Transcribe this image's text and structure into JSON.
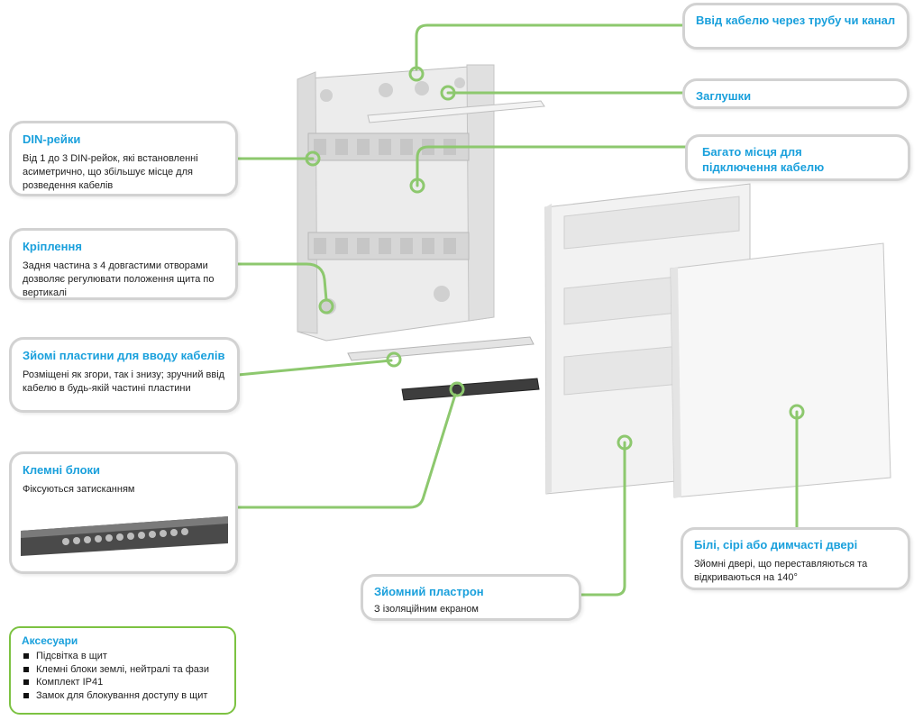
{
  "callouts": {
    "cable_entry": {
      "title": "Ввід кабелю через трубу чи канал"
    },
    "plugs": {
      "title": "Заглушки"
    },
    "cable_space": {
      "title": "Багато місця для підключення кабелю"
    },
    "din": {
      "title": "DIN-рейки",
      "desc": "Від 1 до 3 DIN-рейок, які встановленні асиметрично, що збільшує місце для розведення кабелів"
    },
    "mounting": {
      "title": "Кріплення",
      "desc": "Задня частина з 4 довгастими отворами дозволяє регулювати положення щита по вертикалі"
    },
    "plates": {
      "title": "Зйомі пластини для вводу кабелів",
      "desc": "Розміщені як згори, так і знизу; зручний ввід кабелю в будь-якій частині пластини"
    },
    "terminals": {
      "title": "Клемні блоки",
      "desc": "Фіксуються затисканням"
    },
    "doors": {
      "title": "Білі, сірі або димчасті двері",
      "desc": "Зйомні двері, що переставляються та відкриваються на 140°"
    },
    "plastron": {
      "title": "Зйомний пластрон",
      "desc": "З ізоляційним екраном"
    }
  },
  "accessories": {
    "title": "Аксесуари",
    "items": [
      "Підсвітка в щит",
      "Клемні блоки землі, нейтралі та фази",
      "Комплект IP41",
      "Замок для блокування доступу в щит"
    ]
  },
  "colors": {
    "title": "#1aa0dc",
    "leader": "#8dc86e",
    "border": "#d2d2d2",
    "accessories_border": "#7cc242"
  }
}
